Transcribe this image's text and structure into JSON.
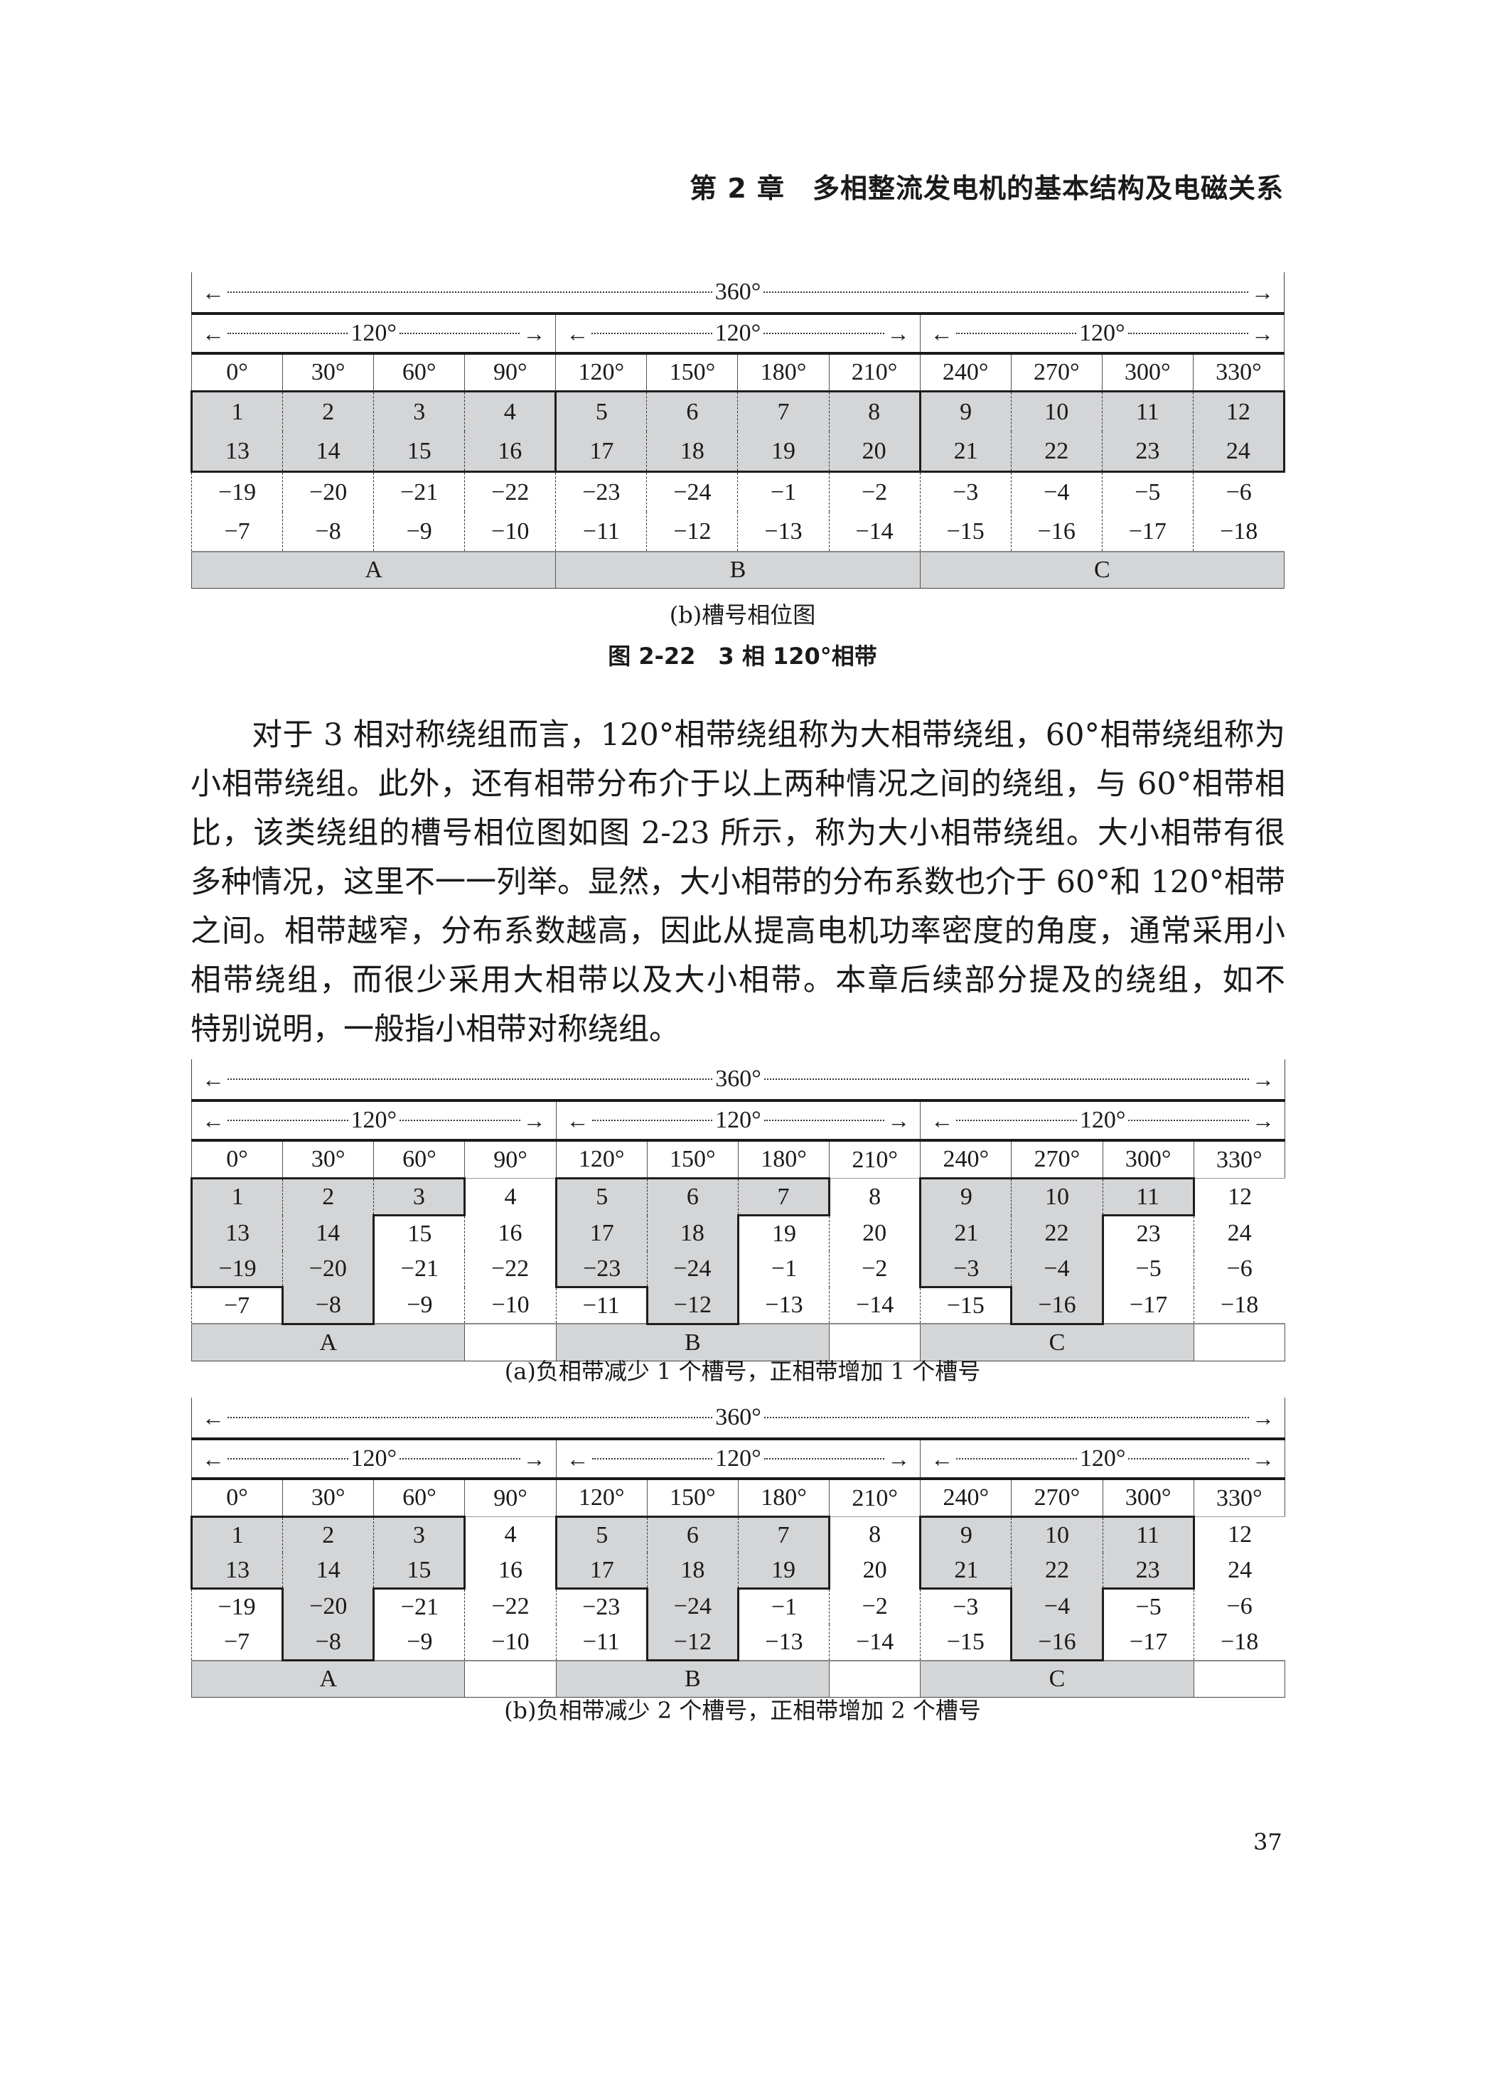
{
  "header": {
    "chapter": "第 2 章　多相整流发电机的基本结构及电磁关系"
  },
  "common": {
    "span360": "360°",
    "span120": "120°",
    "degrees": [
      "0°",
      "30°",
      "60°",
      "90°",
      "120°",
      "150°",
      "180°",
      "210°",
      "240°",
      "270°",
      "300°",
      "330°"
    ],
    "rows": [
      [
        "1",
        "2",
        "3",
        "4",
        "5",
        "6",
        "7",
        "8",
        "9",
        "10",
        "11",
        "12"
      ],
      [
        "13",
        "14",
        "15",
        "16",
        "17",
        "18",
        "19",
        "20",
        "21",
        "22",
        "23",
        "24"
      ],
      [
        "−19",
        "−20",
        "−21",
        "−22",
        "−23",
        "−24",
        "−1",
        "−2",
        "−3",
        "−4",
        "−5",
        "−6"
      ],
      [
        "−7",
        "−8",
        "−9",
        "−10",
        "−11",
        "−12",
        "−13",
        "−14",
        "−15",
        "−16",
        "−17",
        "−18"
      ]
    ]
  },
  "figures": [
    {
      "caption": "(b)槽号相位图",
      "title": "图 2-22　3 相 120°相带",
      "regions": [
        [
          1,
          1,
          1,
          1,
          2,
          2,
          2,
          2,
          3,
          3,
          3,
          3
        ],
        [
          1,
          1,
          1,
          1,
          2,
          2,
          2,
          2,
          3,
          3,
          3,
          3
        ],
        [
          0,
          0,
          0,
          0,
          0,
          0,
          0,
          0,
          0,
          0,
          0,
          0
        ],
        [
          0,
          0,
          0,
          0,
          0,
          0,
          0,
          0,
          0,
          0,
          0,
          0
        ]
      ],
      "phases": [
        {
          "label": "A",
          "span": 4,
          "shaded": true
        },
        {
          "label": "B",
          "span": 4,
          "shaded": true
        },
        {
          "label": "C",
          "span": 4,
          "shaded": true
        }
      ]
    },
    {
      "caption": "(a)负相带减少 1 个槽号，正相带增加 1 个槽号",
      "regions": [
        [
          1,
          1,
          1,
          0,
          2,
          2,
          2,
          0,
          3,
          3,
          3,
          0
        ],
        [
          1,
          1,
          0,
          0,
          2,
          2,
          0,
          0,
          3,
          3,
          0,
          0
        ],
        [
          1,
          1,
          0,
          0,
          2,
          2,
          0,
          0,
          3,
          3,
          0,
          0
        ],
        [
          0,
          1,
          0,
          0,
          0,
          2,
          0,
          0,
          0,
          3,
          0,
          0
        ]
      ],
      "phases": [
        {
          "label": "A",
          "span": 3,
          "shaded": true
        },
        {
          "label": "",
          "span": 1,
          "shaded": false
        },
        {
          "label": "B",
          "span": 3,
          "shaded": true
        },
        {
          "label": "",
          "span": 1,
          "shaded": false
        },
        {
          "label": "C",
          "span": 3,
          "shaded": true
        },
        {
          "label": "",
          "span": 1,
          "shaded": false
        }
      ]
    },
    {
      "caption": "(b)负相带减少 2 个槽号，正相带增加 2 个槽号",
      "regions": [
        [
          1,
          1,
          1,
          0,
          2,
          2,
          2,
          0,
          3,
          3,
          3,
          0
        ],
        [
          1,
          1,
          1,
          0,
          2,
          2,
          2,
          0,
          3,
          3,
          3,
          0
        ],
        [
          0,
          1,
          0,
          0,
          0,
          2,
          0,
          0,
          0,
          3,
          0,
          0
        ],
        [
          0,
          1,
          0,
          0,
          0,
          2,
          0,
          0,
          0,
          3,
          0,
          0
        ]
      ],
      "phases": [
        {
          "label": "A",
          "span": 3,
          "shaded": true
        },
        {
          "label": "",
          "span": 1,
          "shaded": false
        },
        {
          "label": "B",
          "span": 3,
          "shaded": true
        },
        {
          "label": "",
          "span": 1,
          "shaded": false
        },
        {
          "label": "C",
          "span": 3,
          "shaded": true
        },
        {
          "label": "",
          "span": 1,
          "shaded": false
        }
      ]
    }
  ],
  "paragraph": [
    "对于 3 相对称绕组而言，120°相带绕组称为大相带绕组，60°相带绕组称为",
    "小相带绕组。此外，还有相带分布介于以上两种情况之间的绕组，与 60°相带相",
    "比，该类绕组的槽号相位图如图 2-23 所示，称为大小相带绕组。大小相带有很",
    "多种情况，这里不一一列举。显然，大小相带的分布系数也介于 60°和 120°相带",
    "之间。相带越窄，分布系数越高，因此从提高电机功率密度的角度，通常采用小",
    "相带绕组，而很少采用大相带以及大小相带。本章后续部分提及的绕组，如不",
    "特别说明，一般指小相带对称绕组。"
  ],
  "page_number": "37"
}
